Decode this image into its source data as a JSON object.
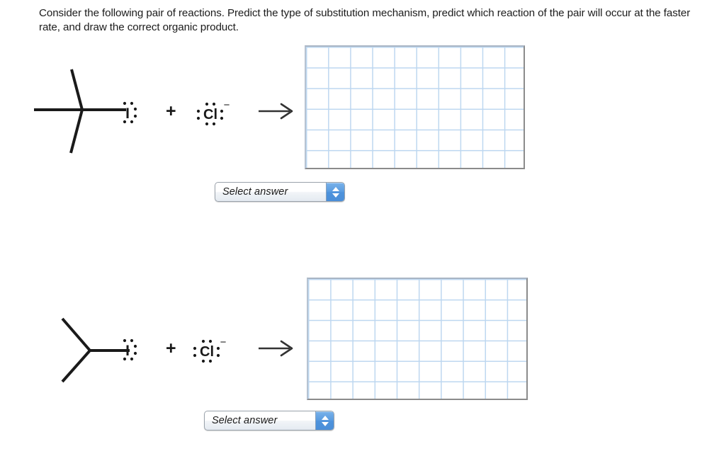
{
  "question": {
    "text": "Consider the following pair of reactions. Predict the type of substitution mechanism, predict which reaction of the pair will occur at the faster rate, and draw the correct organic product."
  },
  "reactions": [
    {
      "id": "reaction-1",
      "substrate_name": "tert-butyl iodide",
      "substrate_label": "I",
      "substrate_type": "tertiary alkyl halide",
      "plus_sign": "+",
      "nucleophile_label": "Cl",
      "nucleophile_charge": "−",
      "arrow": "→",
      "grid": {
        "columns": 10,
        "rows": 6,
        "line_color": "#bdd7f0"
      },
      "answer_select": {
        "value": "Select answer",
        "placeholder": "Select answer",
        "stepper_up_icon": "triangle-up-icon",
        "stepper_down_icon": "triangle-down-icon"
      }
    },
    {
      "id": "reaction-2",
      "substrate_name": "isopropyl iodide",
      "substrate_label": "I",
      "substrate_type": "secondary alkyl halide",
      "plus_sign": "+",
      "nucleophile_label": "Cl",
      "nucleophile_charge": "−",
      "arrow": "→",
      "grid": {
        "columns": 10,
        "rows": 6,
        "line_color": "#bdd7f0"
      },
      "answer_select": {
        "value": "Select answer",
        "placeholder": "Select answer",
        "stepper_up_icon": "triangle-up-icon",
        "stepper_down_icon": "triangle-down-icon"
      }
    }
  ],
  "colors": {
    "ink": "#1a1a1a",
    "grid_line": "#bdd7f0",
    "grid_border_dark": "#8b8b8b",
    "grid_border_light": "#b7c3d2",
    "stepper_blue": "#5a9ce0",
    "select_border": "#9aa2ab"
  }
}
